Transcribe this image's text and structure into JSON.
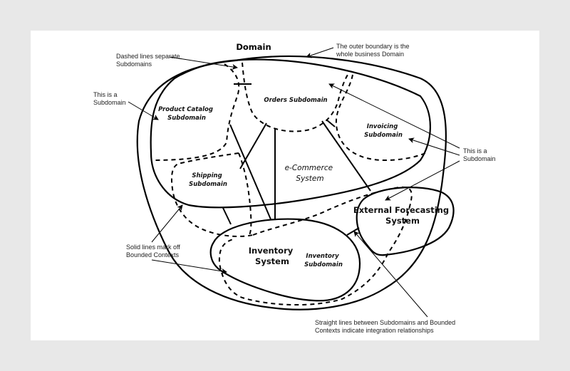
{
  "diagram": {
    "title": "Domain",
    "systems": {
      "ecommerce": [
        "e-Commerce",
        "System"
      ],
      "inventory": [
        "Inventory",
        "System"
      ],
      "forecasting": [
        "External Forecasting",
        "System"
      ]
    },
    "subdomains": {
      "product_catalog": [
        "Product Catalog",
        "Subdomain"
      ],
      "orders": [
        "Orders Subdomain"
      ],
      "invoicing": [
        "Invoicing",
        "Subdomain"
      ],
      "shipping": [
        "Shipping",
        "Subdomain"
      ],
      "inventory": [
        "Inventory",
        "Subdomain"
      ]
    },
    "annotations": {
      "dashed": [
        "Dashed lines separate",
        "Subdomains"
      ],
      "outer": [
        "The outer boundary is the",
        "whole business Domain"
      ],
      "subdomain_left": [
        "This is a",
        "Subdomain"
      ],
      "subdomain_right": [
        "This is a",
        "Subdomain"
      ],
      "solid": [
        "Solid lines mark off",
        "Bounded Contexts"
      ],
      "straight": [
        "Straight lines between Subdomains and Bounded",
        "Contexts indicate integration relationships"
      ]
    }
  }
}
